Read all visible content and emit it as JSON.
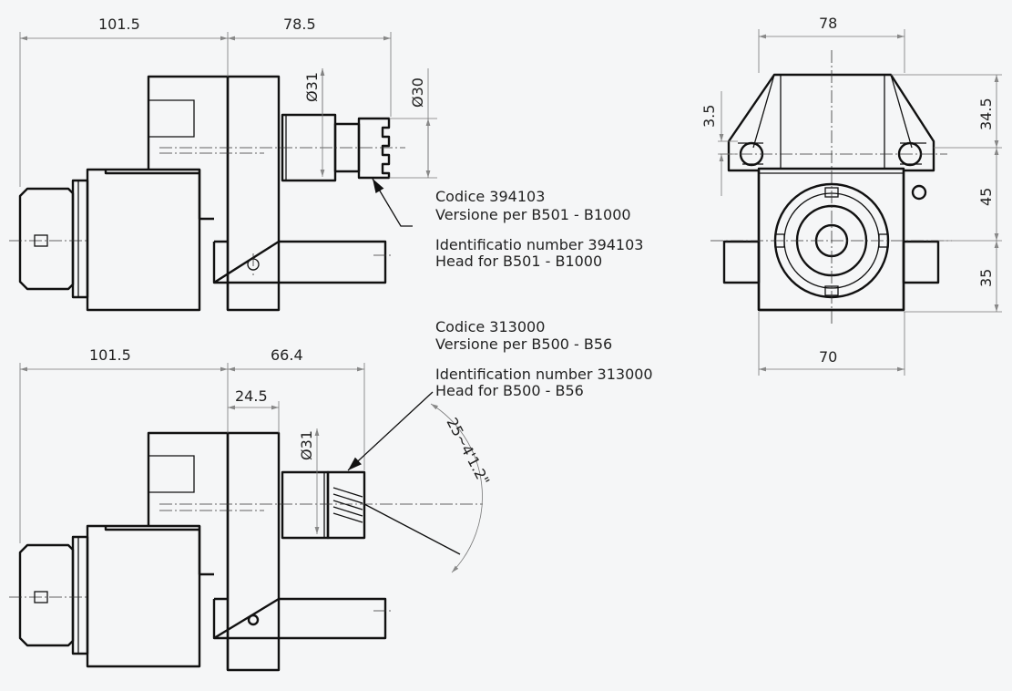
{
  "dims": {
    "top_left": "101.5",
    "top_mid": "78.5",
    "top_d31": "Ø31",
    "top_d30": "Ø30",
    "bot_left": "101.5",
    "bot_mid": "66.4",
    "bot_245": "24.5",
    "bot_d31": "Ø31",
    "angle": "25~4'1.2\"",
    "side_78": "78",
    "side_35a": "3.5",
    "side_345": "34.5",
    "side_45": "45",
    "side_35": "35",
    "side_70": "70"
  },
  "notes": {
    "n1_line1": "Codice 394103",
    "n1_line2": "Versione per B501 - B1000",
    "n1_line3": "Identificatio number 394103",
    "n1_line4": "Head for B501 - B1000",
    "n2_line1": "Codice 313000",
    "n2_line2": "Versione per B500 - B56",
    "n2_line3": "Identification number 313000",
    "n2_line4": "Head for B500 - B56"
  },
  "colors": {
    "line": "#111111",
    "dimension": "#777777",
    "background": "#f5f6f7"
  }
}
